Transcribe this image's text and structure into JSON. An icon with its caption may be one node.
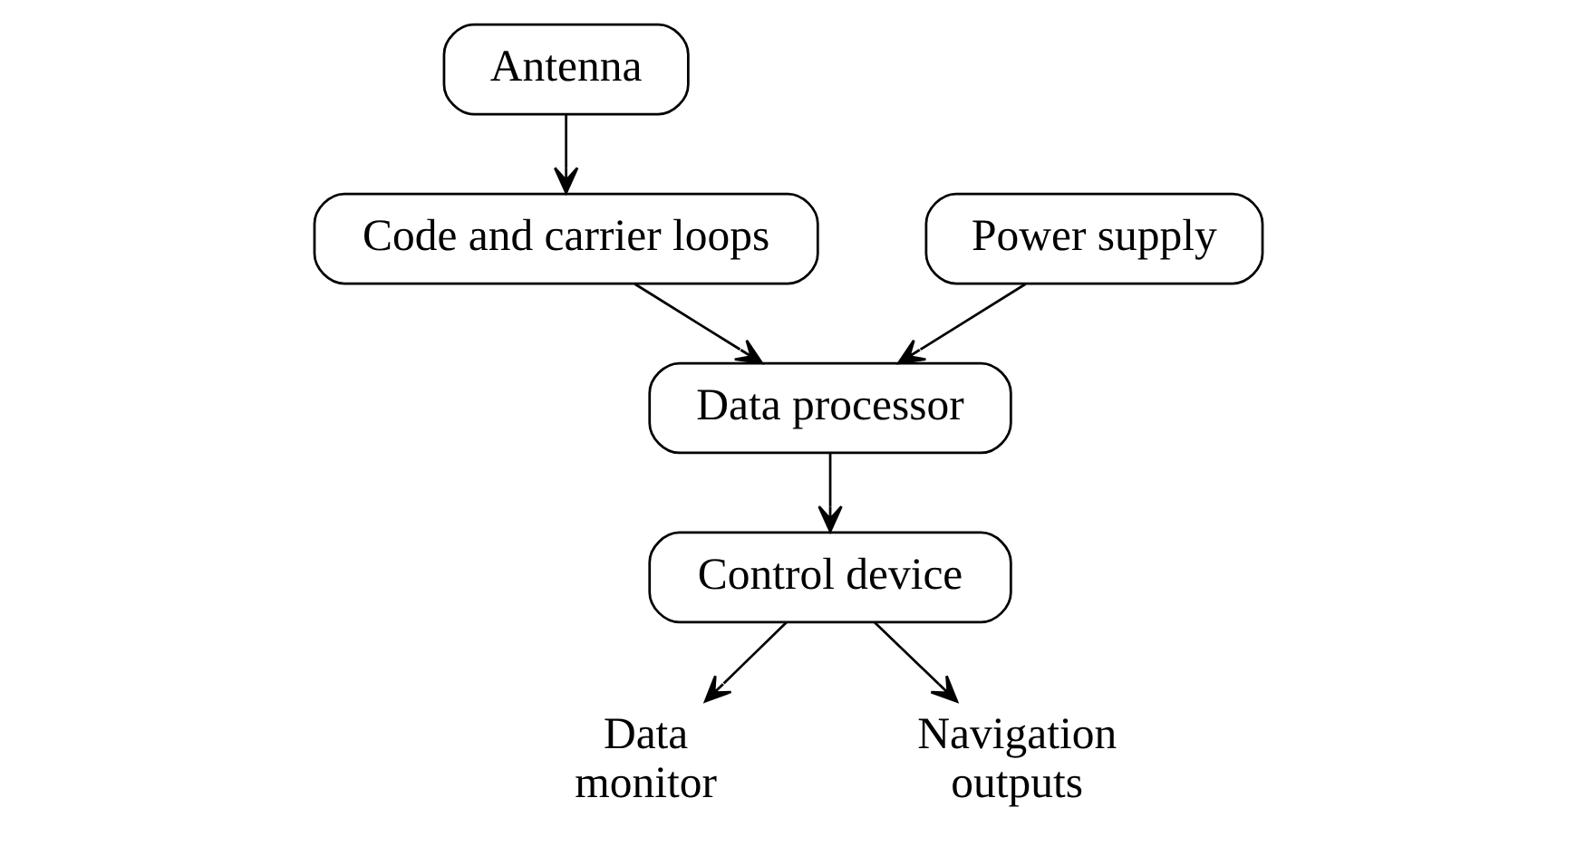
{
  "diagram": {
    "nodes": [
      {
        "text": [
          "Antenna"
        ]
      },
      {
        "text": [
          "Code and carrier loops"
        ]
      },
      {
        "text": [
          "Data processor"
        ]
      },
      {
        "text": [
          "Power supply"
        ]
      },
      {
        "text": [
          "Control device"
        ]
      },
      {
        "text": [
          "Data monitor"
        ]
      },
      {
        "text": [
          "Navigation outputs"
        ]
      }
    ],
    "edges": [
      {
        "from": 0,
        "to": 1,
        "arrow": "to"
      },
      {
        "from": 1,
        "to": 2,
        "arrow": "to"
      },
      {
        "from": 3,
        "to": 2,
        "arrow": "to"
      },
      {
        "from": 2,
        "to": 4,
        "arrow": "to"
      },
      {
        "from": 4,
        "to": 5,
        "arrow": "to"
      },
      {
        "from": 4,
        "to": 6,
        "arrow": "to"
      }
    ]
  }
}
